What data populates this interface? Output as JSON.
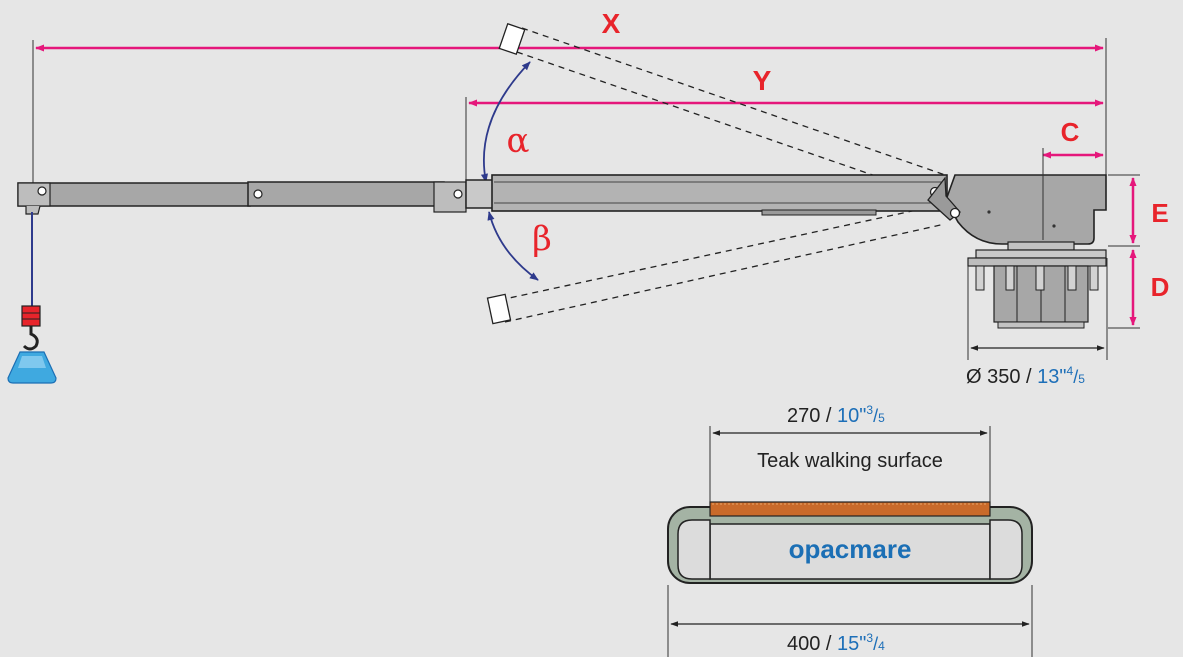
{
  "colors": {
    "dimension_magenta": "#e5177b",
    "angle_blue": "#2e3a8c",
    "label_red": "#e8242b",
    "imperial_blue": "#1d6fb8",
    "arm_fill": "#a7a7a7",
    "teak": "#c96a2a",
    "brand_blue": "#1b6fb5"
  },
  "icons": {
    "hook": "crane-hook-icon",
    "weight": "load-weight-icon"
  },
  "crane": {
    "dim_x": "X",
    "dim_y": "Y",
    "dim_c": "C",
    "dim_e": "E",
    "dim_d": "D",
    "angle_alpha": "α",
    "angle_beta": "β",
    "base_diameter": {
      "prefix": "Ø 350 / ",
      "imperial_whole": "13",
      "inch_mark": "\"",
      "frac_num": "4",
      "frac_den": "5"
    }
  },
  "track": {
    "top_width": {
      "prefix": "270 / ",
      "imperial_whole": "10",
      "inch_mark": "\"",
      "frac_num": "3",
      "frac_den": "5"
    },
    "surface_label": "Teak walking surface",
    "brand": "opacmare",
    "bottom_width": {
      "prefix": "400 / ",
      "imperial_whole": "15",
      "inch_mark": "\"",
      "frac_num": "3",
      "frac_den": "4"
    }
  }
}
